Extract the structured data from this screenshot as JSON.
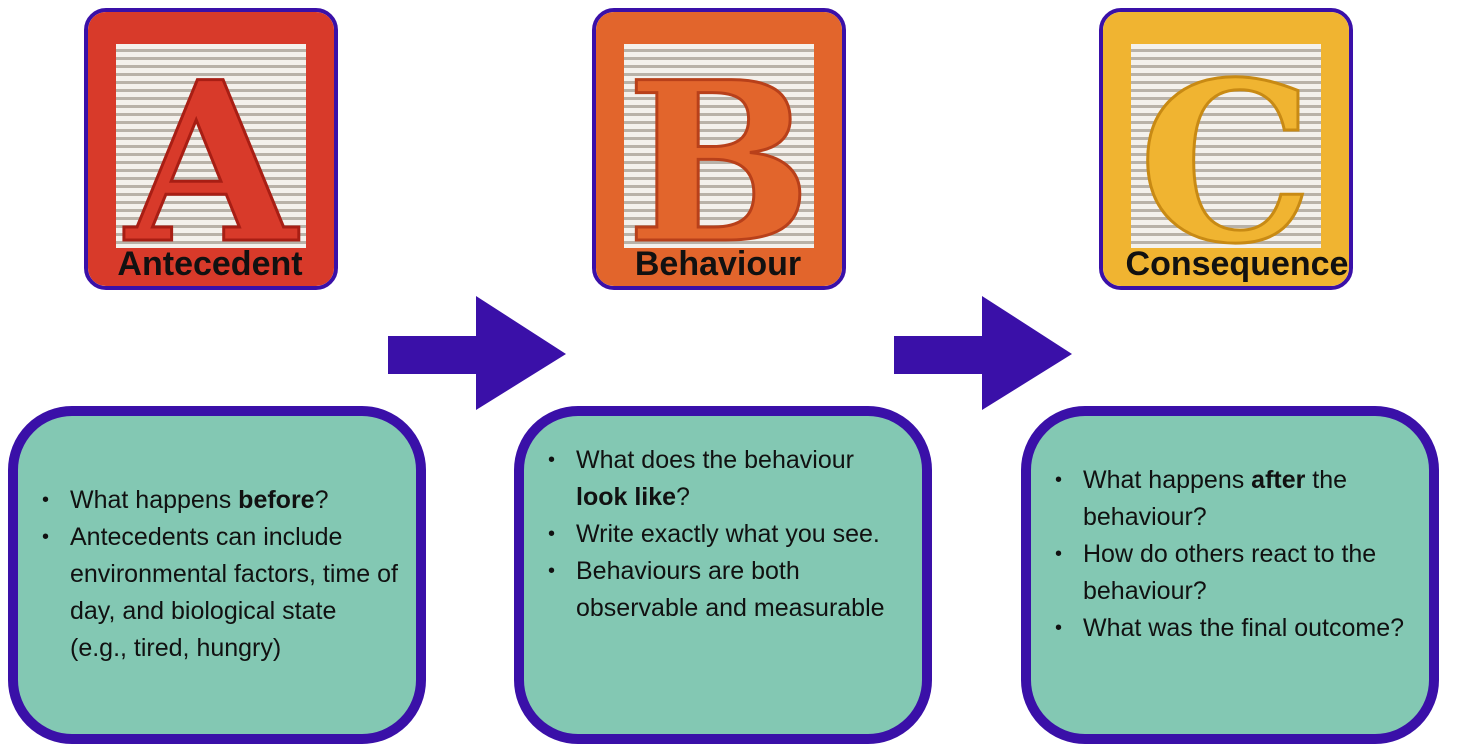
{
  "colors": {
    "accent": "#3a10a8",
    "box_fill": "#83c8b3",
    "block_a": "#d83a2a",
    "block_b": "#e2652c",
    "block_c": "#f0b431"
  },
  "columns": [
    {
      "letter": "A",
      "heading": "Antecedent",
      "bullets": [
        {
          "pre": "What happens ",
          "bold": "before",
          "post": "?"
        },
        {
          "pre": "Antecedents can include environmental factors, time of day, and biological state (e.g., tired, hungry)",
          "bold": "",
          "post": ""
        }
      ]
    },
    {
      "letter": "B",
      "heading": "Behaviour",
      "bullets": [
        {
          "pre": "What does the behaviour ",
          "bold": "look like",
          "post": "?"
        },
        {
          "pre": "Write exactly what you see.",
          "bold": "",
          "post": ""
        },
        {
          "pre": "Behaviours are both observable and measurable",
          "bold": "",
          "post": ""
        }
      ]
    },
    {
      "letter": "C",
      "heading": "Consequence",
      "bullets": [
        {
          "pre": "What happens ",
          "bold": "after",
          "post": " the behaviour?"
        },
        {
          "pre": "How do others react to the behaviour?",
          "bold": "",
          "post": ""
        },
        {
          "pre": "What was the final outcome?",
          "bold": "",
          "post": ""
        }
      ]
    }
  ]
}
